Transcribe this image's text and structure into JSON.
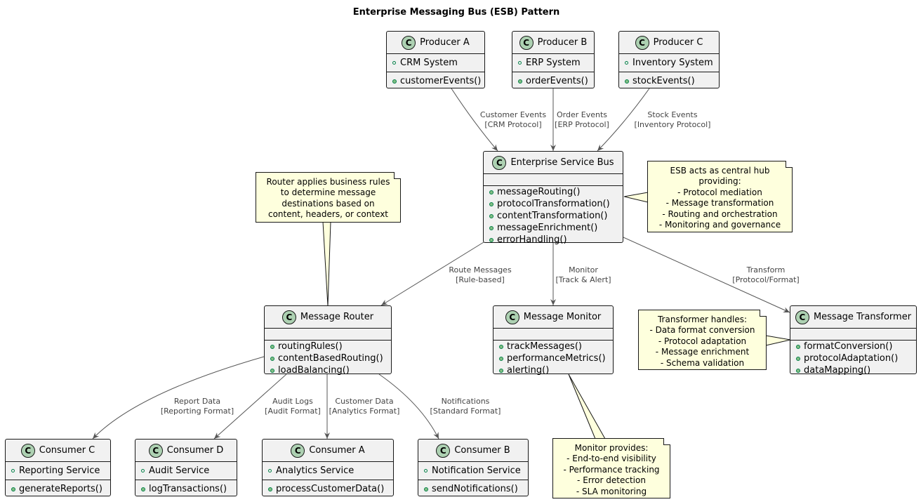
{
  "title": "Enterprise Messaging Bus (ESB) Pattern",
  "class_icon_letter": "C",
  "classes": {
    "producer_a": {
      "name": "Producer A",
      "fields": [
        "CRM System"
      ],
      "methods": [
        "customerEvents()"
      ]
    },
    "producer_b": {
      "name": "Producer B",
      "fields": [
        "ERP System"
      ],
      "methods": [
        "orderEvents()"
      ]
    },
    "producer_c": {
      "name": "Producer C",
      "fields": [
        "Inventory System"
      ],
      "methods": [
        "stockEvents()"
      ]
    },
    "esb": {
      "name": "Enterprise Service Bus",
      "fields": [],
      "methods": [
        "messageRouting()",
        "protocolTransformation()",
        "contentTransformation()",
        "messageEnrichment()",
        "errorHandling()"
      ]
    },
    "router": {
      "name": "Message Router",
      "fields": [],
      "methods": [
        "routingRules()",
        "contentBasedRouting()",
        "loadBalancing()"
      ]
    },
    "monitor": {
      "name": "Message Monitor",
      "fields": [],
      "methods": [
        "trackMessages()",
        "performanceMetrics()",
        "alerting()"
      ]
    },
    "transformer": {
      "name": "Message Transformer",
      "fields": [],
      "methods": [
        "formatConversion()",
        "protocolAdaptation()",
        "dataMapping()"
      ]
    },
    "consumer_c": {
      "name": "Consumer C",
      "fields": [
        "Reporting Service"
      ],
      "methods": [
        "generateReports()"
      ]
    },
    "consumer_d": {
      "name": "Consumer D",
      "fields": [
        "Audit Service"
      ],
      "methods": [
        "logTransactions()"
      ]
    },
    "consumer_a": {
      "name": "Consumer A",
      "fields": [
        "Analytics Service"
      ],
      "methods": [
        "processCustomerData()"
      ]
    },
    "consumer_b": {
      "name": "Consumer B",
      "fields": [
        "Notification Service"
      ],
      "methods": [
        "sendNotifications()"
      ]
    }
  },
  "edges": {
    "pa_esb": [
      "Customer Events",
      "[CRM Protocol]"
    ],
    "pb_esb": [
      "Order Events",
      "[ERP Protocol]"
    ],
    "pc_esb": [
      "Stock Events",
      "[Inventory Protocol]"
    ],
    "esb_router": [
      "Route Messages",
      "[Rule-based]"
    ],
    "esb_monitor": [
      "Monitor",
      "[Track & Alert]"
    ],
    "esb_transformer": [
      "Transform",
      "[Protocol/Format]"
    ],
    "router_cc": [
      "Report Data",
      "[Reporting Format]"
    ],
    "router_cd": [
      "Audit Logs",
      "[Audit Format]"
    ],
    "router_ca": [
      "Customer Data",
      "[Analytics Format]"
    ],
    "router_cb": [
      "Notifications",
      "[Standard Format]"
    ]
  },
  "notes": {
    "router_note": [
      "Router applies business rules",
      "to determine message",
      "destinations based on",
      "content, headers, or context"
    ],
    "esb_note": [
      "ESB acts as central hub",
      "providing:",
      "- Protocol mediation",
      "- Message transformation",
      "- Routing and orchestration",
      "- Monitoring and governance"
    ],
    "transformer_note": [
      "Transformer handles:",
      "- Data format conversion",
      "- Protocol adaptation",
      "- Message enrichment",
      "- Schema validation"
    ],
    "monitor_note": [
      "Monitor provides:",
      "- End-to-end visibility",
      "- Performance tracking",
      "- Error detection",
      "- SLA monitoring"
    ]
  }
}
